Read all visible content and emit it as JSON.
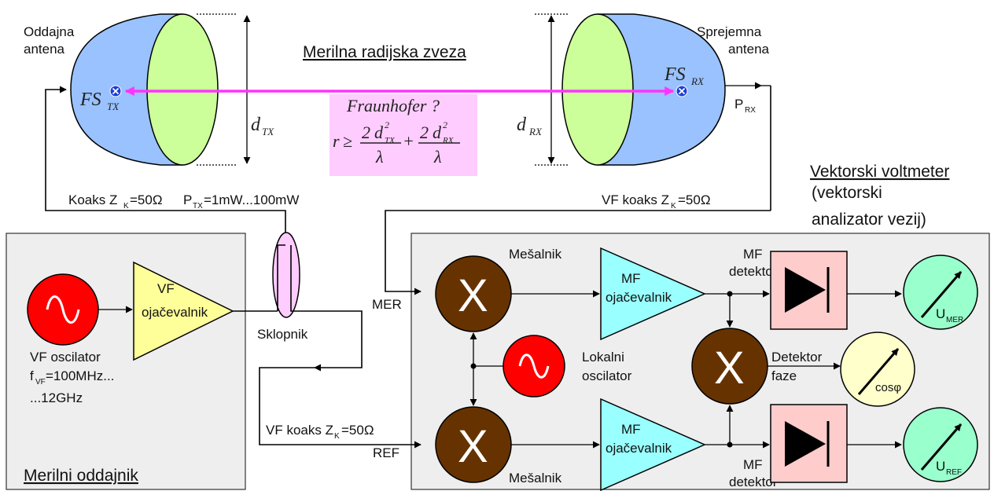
{
  "colors": {
    "antenna_back": "#99c2ff",
    "antenna_disc": "#ccff99",
    "link_line": "#ff33ff",
    "formula_box": "#ffccff",
    "panel": "#eeeeee",
    "oscillator": "#ff0000",
    "amplifier_vf": "#ffff99",
    "amplifier_mf": "#99ffff",
    "mixer": "#663300",
    "detector": "#ffcccc",
    "meter": "#99ffcc",
    "phase_meter": "#ffffcc",
    "coupler": "#ffccff"
  },
  "icons": [
    "sine-wave-icon",
    "multiply-x-icon",
    "diode-icon",
    "meter-needle-icon",
    "focal-point-icon"
  ],
  "link": {
    "title": "Merilna radijska zveza"
  },
  "tx_antenna": {
    "label_line1": "Oddajna",
    "label_line2": "antena",
    "focal": "FS",
    "focal_sub": "TX",
    "d": "d",
    "d_sub": "TX"
  },
  "rx_antenna": {
    "label_line1": "Sprejemna",
    "label_line2": "antena",
    "focal": "FS",
    "focal_sub": "RX",
    "d": "d",
    "d_sub": "RX",
    "power": "P",
    "power_sub": "RX"
  },
  "formula": {
    "title": "Fraunhofer ?",
    "r": "r",
    "ge": "≥",
    "two": "2",
    "d": "d",
    "sq": "2",
    "tx_sub": "TX",
    "rx_sub": "RX",
    "plus": "+",
    "lambda": "λ"
  },
  "cables": {
    "tx_coax_a": "Koaks Z",
    "tx_coax_sub": "K",
    "tx_coax_b": "=50Ω",
    "tx_power_a": "P",
    "tx_power_sub": "TX",
    "tx_power_b": "=1mW...100mW",
    "rx_coax_a": "VF koaks Z",
    "rx_coax_sub": "K",
    "rx_coax_b": "=50Ω",
    "ref_coax_a": "VF koaks Z",
    "ref_coax_sub": "K",
    "ref_coax_b": "=50Ω"
  },
  "transmitter": {
    "title": "Merilni oddajnik",
    "amp_line1": "VF",
    "amp_line2": "ojačevalnik",
    "osc_line1": "VF oscilator",
    "osc_freq_a": "f",
    "osc_freq_sub": "VF",
    "osc_freq_b": "=100MHz...",
    "osc_line3": "...12GHz",
    "coupler": "Sklopnik"
  },
  "analyzer": {
    "title": "Vektorski voltmeter",
    "subtitle_line1": "(vektorski",
    "subtitle_line2": "analizator vezij)",
    "mer": "MER",
    "ref": "REF",
    "mixer_top": "Mešalnik",
    "mixer_bottom": "Mešalnik",
    "mixer_symbol": "X",
    "mf_amp_line1": "MF",
    "mf_amp_line2": "ojačevalnik",
    "mf_det_top_1": "MF",
    "mf_det_top_2": "detektor",
    "mf_det_bot_1": "MF",
    "mf_det_bot_2": "detektor",
    "lo_line1": "Lokalni",
    "lo_line2": "oscilator",
    "phase_det_1": "Detektor",
    "phase_det_2": "faze",
    "u_mer": "U",
    "u_mer_sub": "MER",
    "u_ref": "U",
    "u_ref_sub": "REF",
    "cos_phi": "cosφ"
  }
}
